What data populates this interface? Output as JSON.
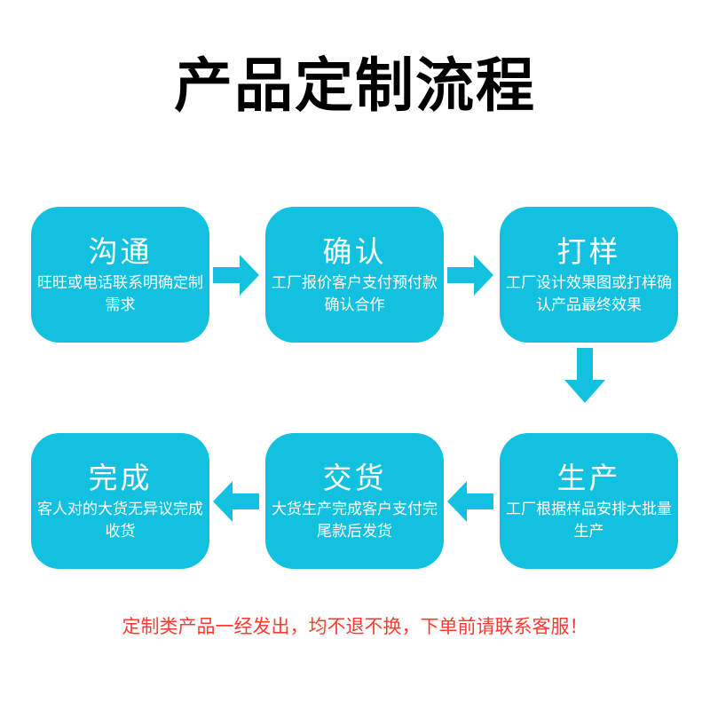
{
  "page": {
    "title": "产品定制流程",
    "background_color": "#FFFFFF",
    "accent_color": "#12C1E0",
    "box_text_color": "#FFFFFF",
    "notice_color": "#FF3B30"
  },
  "flow": {
    "steps": [
      {
        "index": 1,
        "label": "沟通",
        "description": "旺旺或电话联系明确定制需求",
        "icon": "step-box-icon"
      },
      {
        "index": 2,
        "label": "确认",
        "description": "工厂报价客户支付预付款确认合作",
        "icon": "step-box-icon"
      },
      {
        "index": 3,
        "label": "打样",
        "description": "工厂设计效果图或打样确认产品最终效果",
        "icon": "step-box-icon"
      },
      {
        "index": 4,
        "label": "生产",
        "description": "工厂根据样品安排大批量生产",
        "icon": "step-box-icon"
      },
      {
        "index": 5,
        "label": "交货",
        "description": "大货生产完成客户支付完尾款后发货",
        "icon": "step-box-icon"
      },
      {
        "index": 6,
        "label": "完成",
        "description": "客人对的大货无异议完成收货",
        "icon": "step-box-icon"
      }
    ],
    "connectors": [
      {
        "from": "沟通",
        "to": "确认",
        "direction": "right",
        "icon": "arrow-right-icon"
      },
      {
        "from": "确认",
        "to": "打样",
        "direction": "right",
        "icon": "arrow-right-icon"
      },
      {
        "from": "打样",
        "to": "生产",
        "direction": "down",
        "icon": "arrow-down-icon"
      },
      {
        "from": "生产",
        "to": "交货",
        "direction": "left",
        "icon": "arrow-left-icon"
      },
      {
        "from": "交货",
        "to": "完成",
        "direction": "left",
        "icon": "arrow-left-icon"
      }
    ]
  },
  "notice": {
    "text": "定制类产品一经发出，均不退不换，下单前请联系客服！"
  }
}
